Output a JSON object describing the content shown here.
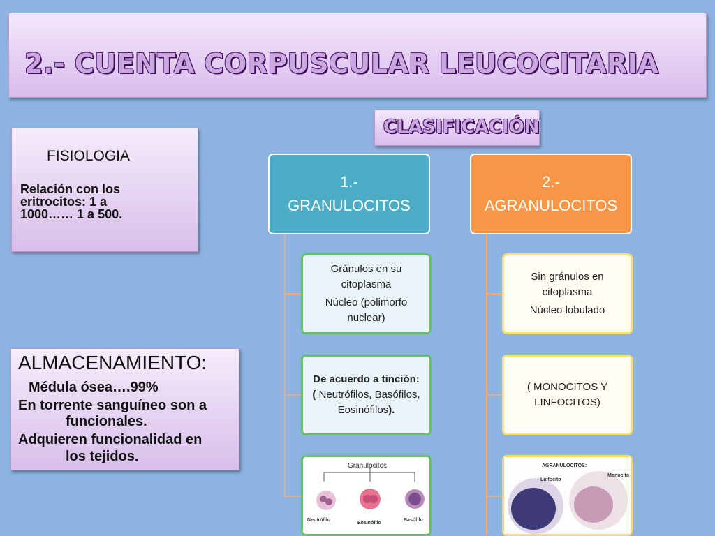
{
  "title": "2.- CUENTA CORPUSCULAR LEUCOCITARIA",
  "clasificacion": "CLASIFICACIÓN",
  "fisiologia": {
    "title": "FISIOLOGIA",
    "body": "Relación con los eritrocitos:  1 a 1000…… 1 a 500."
  },
  "almacenamiento": {
    "title": "ALMACENAMIENTO:",
    "line1": "Médula ósea….99%",
    "line2": "En torrente sanguíneo son a",
    "line3": "funcionales.",
    "line4": "Adquieren funcionalidad en",
    "line5": "los tejidos."
  },
  "granulocitos": {
    "header_line1": "1.-",
    "header_line2": "GRANULOCITOS",
    "box1_line1": "Gránulos en su citoplasma",
    "box1_line2": "Núcleo (polimorfo nuclear)",
    "box2_bold": "De acuerdo a tinción:",
    "box2_open": "(",
    "box2_items": "Neutrófilos, Basófilos, Eosinófilos",
    "box2_close": ").",
    "image": {
      "title": "Granulocitos",
      "labels": [
        "Neutrófilo",
        "Eosinófilo",
        "Basófilo"
      ]
    }
  },
  "agranulocitos": {
    "header_line1": "2.-",
    "header_line2": "AGRANULOCITOS",
    "box1_line1": "Sin gránulos en citoplasma",
    "box1_line2": "Núcleo lobulado",
    "box2": "( MONOCITOS Y LINFOCITOS)",
    "image": {
      "title": "AGRANULOCITOS:",
      "labels": [
        "Linfocito",
        "Monocito"
      ]
    }
  },
  "colors": {
    "background": "#8db3e2",
    "granulocitos": "#4aacc5",
    "agranulocitos": "#f79646",
    "connector": "#f3a971",
    "title_fill": "#c9a8de",
    "title_outline": "#4a0f6d"
  }
}
